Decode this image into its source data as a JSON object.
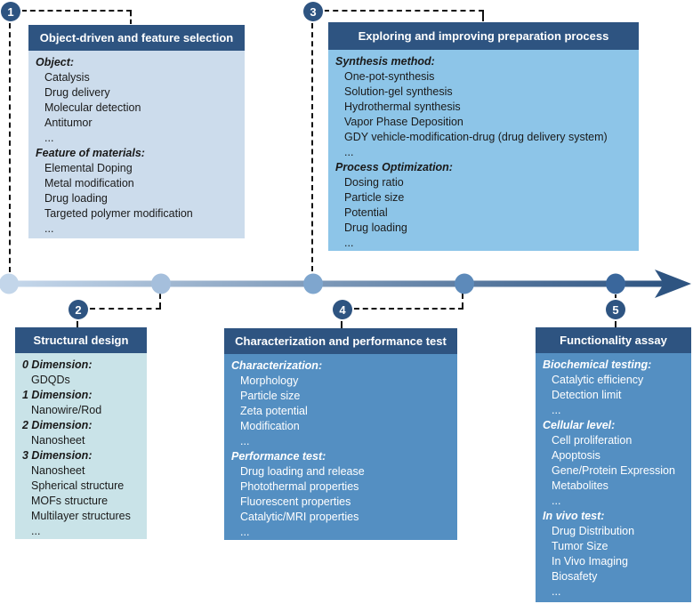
{
  "steps": [
    {
      "number": "1",
      "title": "Object-driven and feature selection",
      "sections": [
        {
          "heading": "Object:",
          "items": [
            "Catalysis",
            "Drug delivery",
            "Molecular detection",
            "Antitumor",
            "..."
          ]
        },
        {
          "heading": "Feature of materials:",
          "items": [
            "Elemental Doping",
            "Metal modification",
            "Drug loading",
            "Targeted polymer modification",
            "..."
          ]
        }
      ]
    },
    {
      "number": "2",
      "title": "Structural design",
      "sections": [
        {
          "heading": "0 Dimension:",
          "items": [
            "GDQDs"
          ]
        },
        {
          "heading": "1 Dimension:",
          "items": [
            "Nanowire/Rod"
          ]
        },
        {
          "heading": "2 Dimension:",
          "items": [
            "Nanosheet"
          ]
        },
        {
          "heading": "3 Dimension:",
          "items": [
            "Nanosheet",
            "Spherical structure",
            "MOFs structure",
            "Multilayer structures",
            "..."
          ]
        }
      ]
    },
    {
      "number": "3",
      "title": "Exploring and improving preparation process",
      "sections": [
        {
          "heading": "Synthesis method:",
          "items": [
            "One-pot-synthesis",
            "Solution-gel synthesis",
            "Hydrothermal synthesis",
            "Vapor Phase Deposition",
            "GDY vehicle-modification-drug (drug delivery system)",
            "..."
          ]
        },
        {
          "heading": "Process Optimization:",
          "items": [
            "Dosing ratio",
            "Particle size",
            "Potential",
            "Drug loading",
            "..."
          ]
        }
      ]
    },
    {
      "number": "4",
      "title": "Characterization and performance test",
      "sections": [
        {
          "heading": "Characterization:",
          "items": [
            "Morphology",
            "Particle size",
            "Zeta potential",
            "Modification",
            "..."
          ]
        },
        {
          "heading": "Performance test:",
          "items": [
            "Drug loading and release",
            "Photothermal properties",
            "Fluorescent properties",
            "Catalytic/MRI properties",
            "..."
          ]
        }
      ]
    },
    {
      "number": "5",
      "title": "Functionality assay",
      "sections": [
        {
          "heading": "Biochemical testing:",
          "items": [
            "Catalytic efficiency",
            "Detection limit",
            "..."
          ]
        },
        {
          "heading": "Cellular level:",
          "items": [
            "Cell proliferation",
            "Apoptosis",
            "Gene/Protein Expression",
            "Metabolites",
            "..."
          ]
        },
        {
          "heading": "In vivo test:",
          "items": [
            "Drug Distribution",
            "Tumor Size",
            "In Vivo Imaging",
            "Biosafety",
            "..."
          ]
        }
      ]
    }
  ],
  "colors": {
    "header_bg": "#2e5481",
    "box1_body": "#ccdcec",
    "box2_body": "#c9e3e8",
    "box3_body": "#8dc5e8",
    "box45_body": "#548fc2",
    "timeline_start": "#c7d9ec",
    "timeline_end": "#2e5481",
    "node_colors": [
      "#c3d6ea",
      "#a5bfdc",
      "#7fa6ce",
      "#5d8aba",
      "#3a679c"
    ]
  }
}
